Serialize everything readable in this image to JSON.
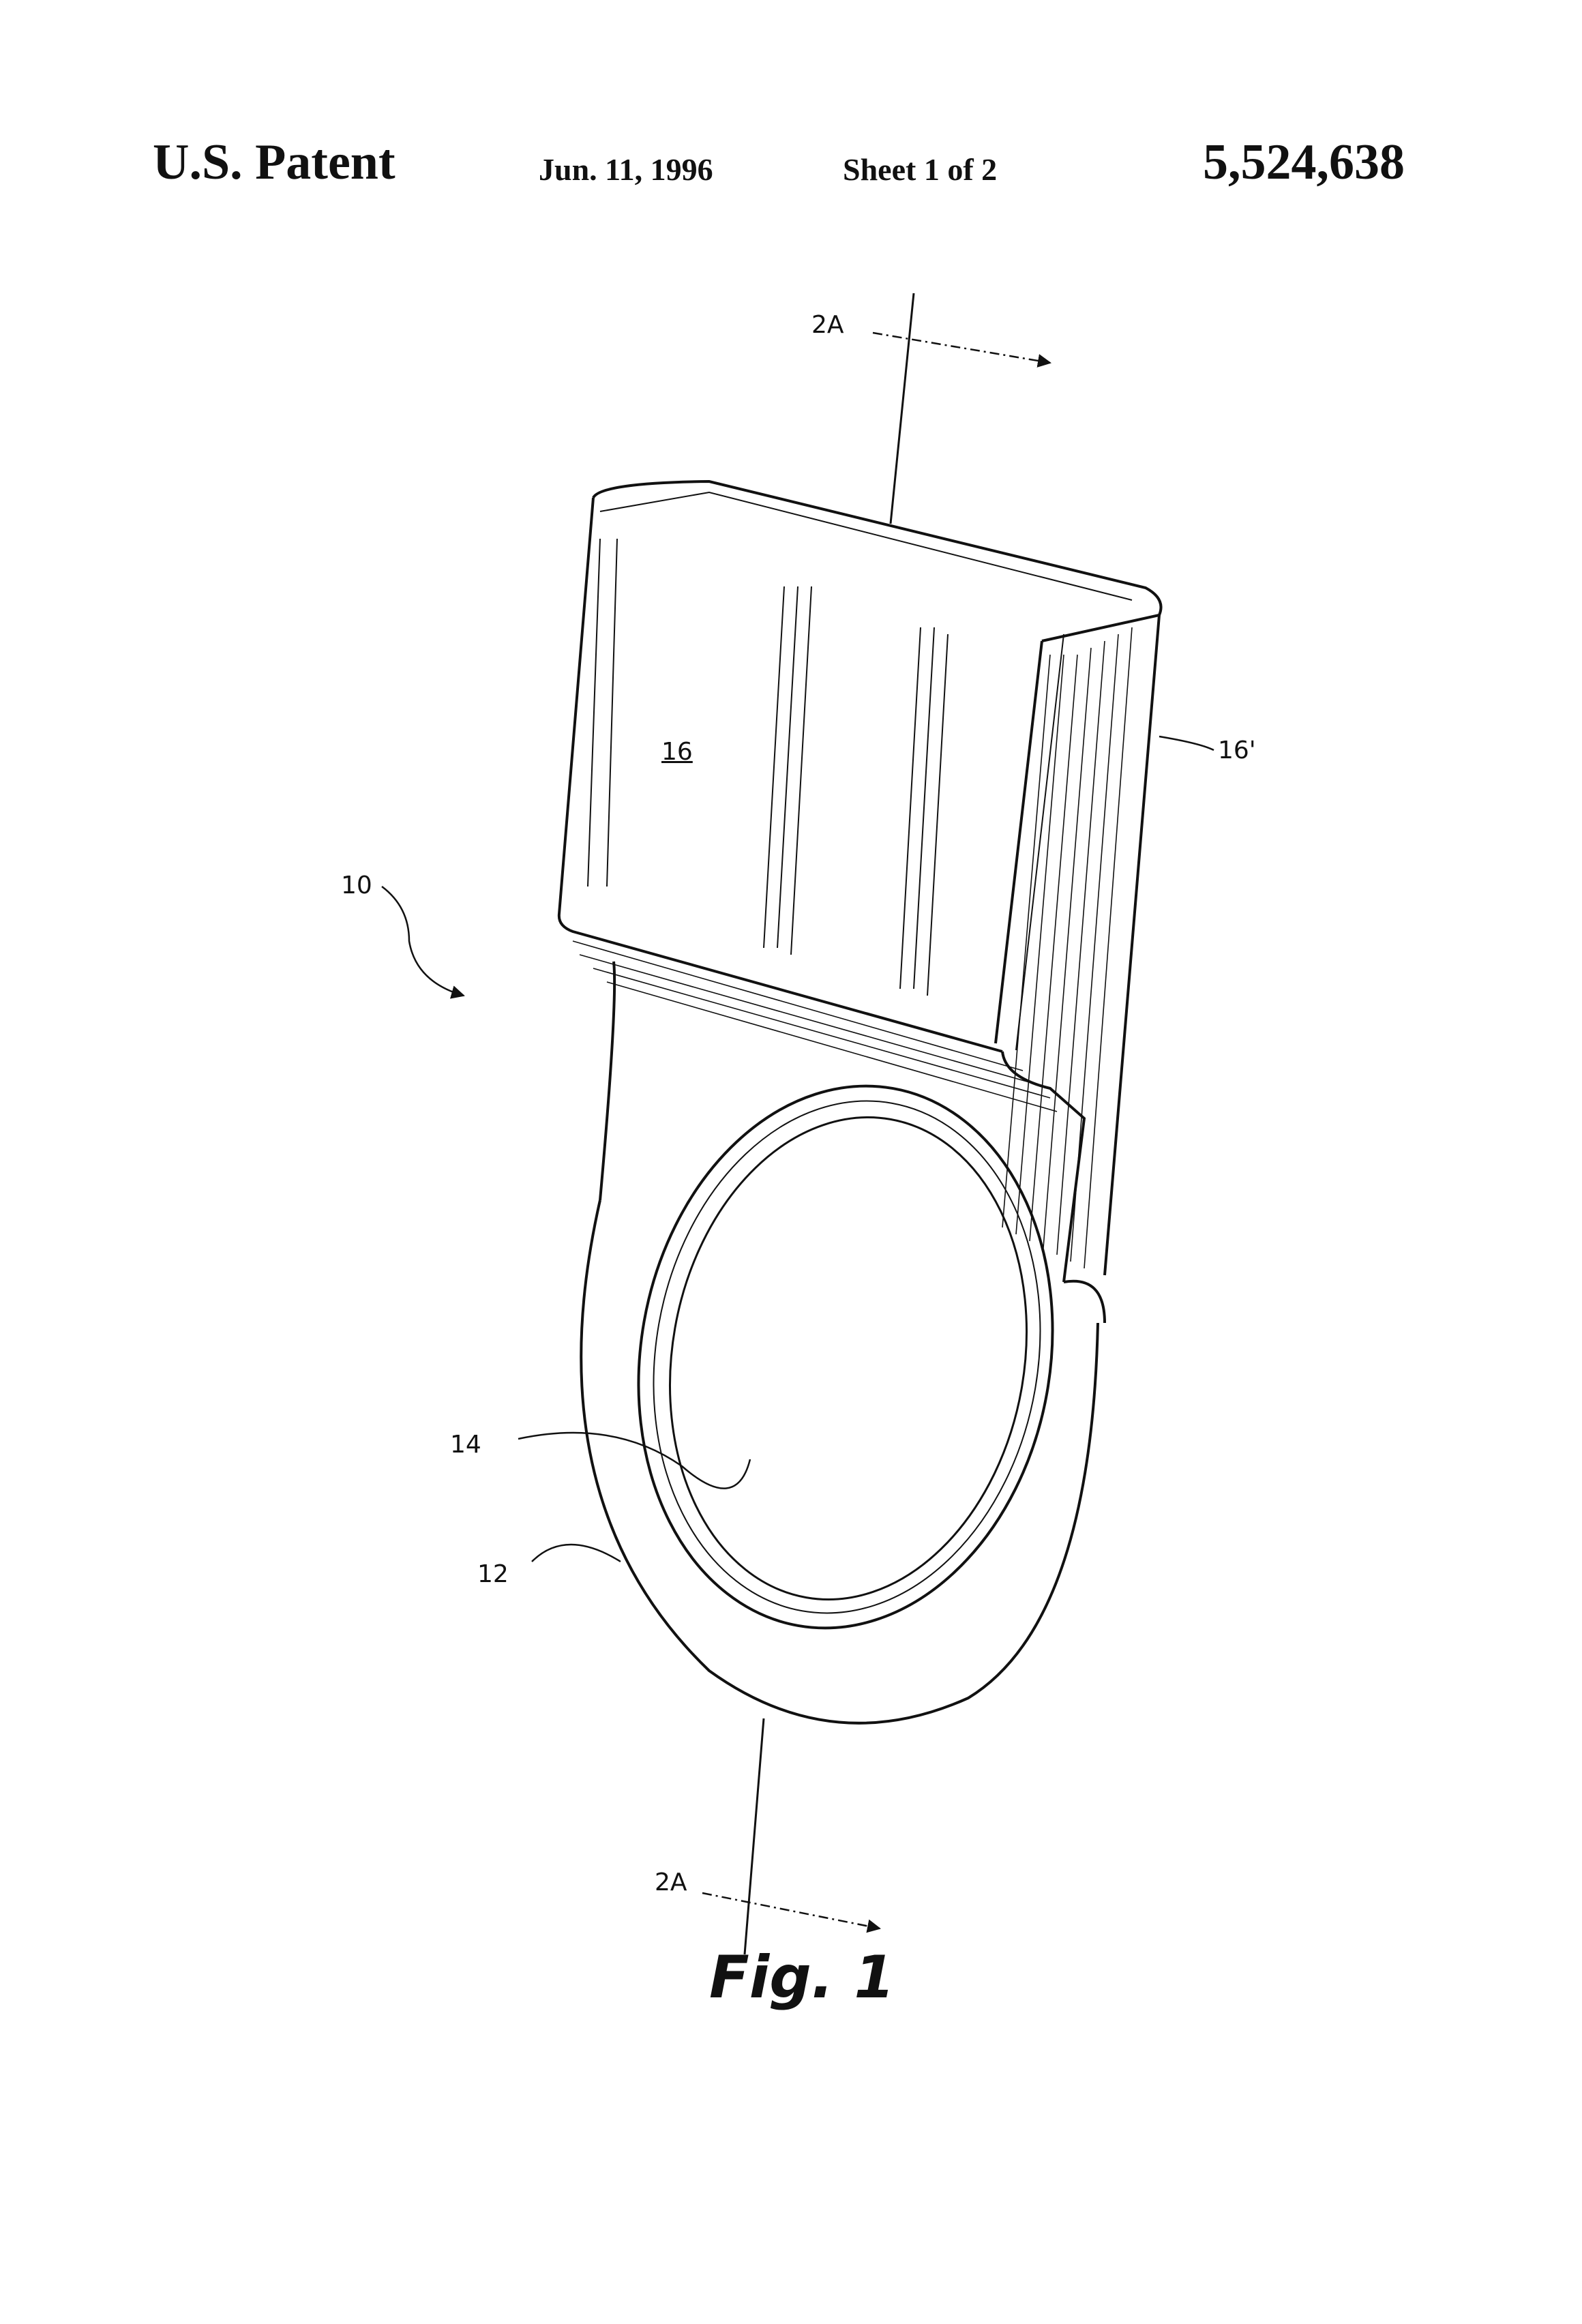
{
  "header": {
    "title": "U.S. Patent",
    "date": "Jun. 11, 1996",
    "sheet": "Sheet 1 of 2",
    "patent_number": "5,524,638"
  },
  "labels": {
    "section_top": "2A",
    "section_bottom": "2A",
    "ref_10": "10",
    "ref_12": "12",
    "ref_14": "14",
    "ref_16": "16",
    "ref_16_prime": "16'"
  },
  "figure": {
    "caption": "Fig. 1"
  }
}
